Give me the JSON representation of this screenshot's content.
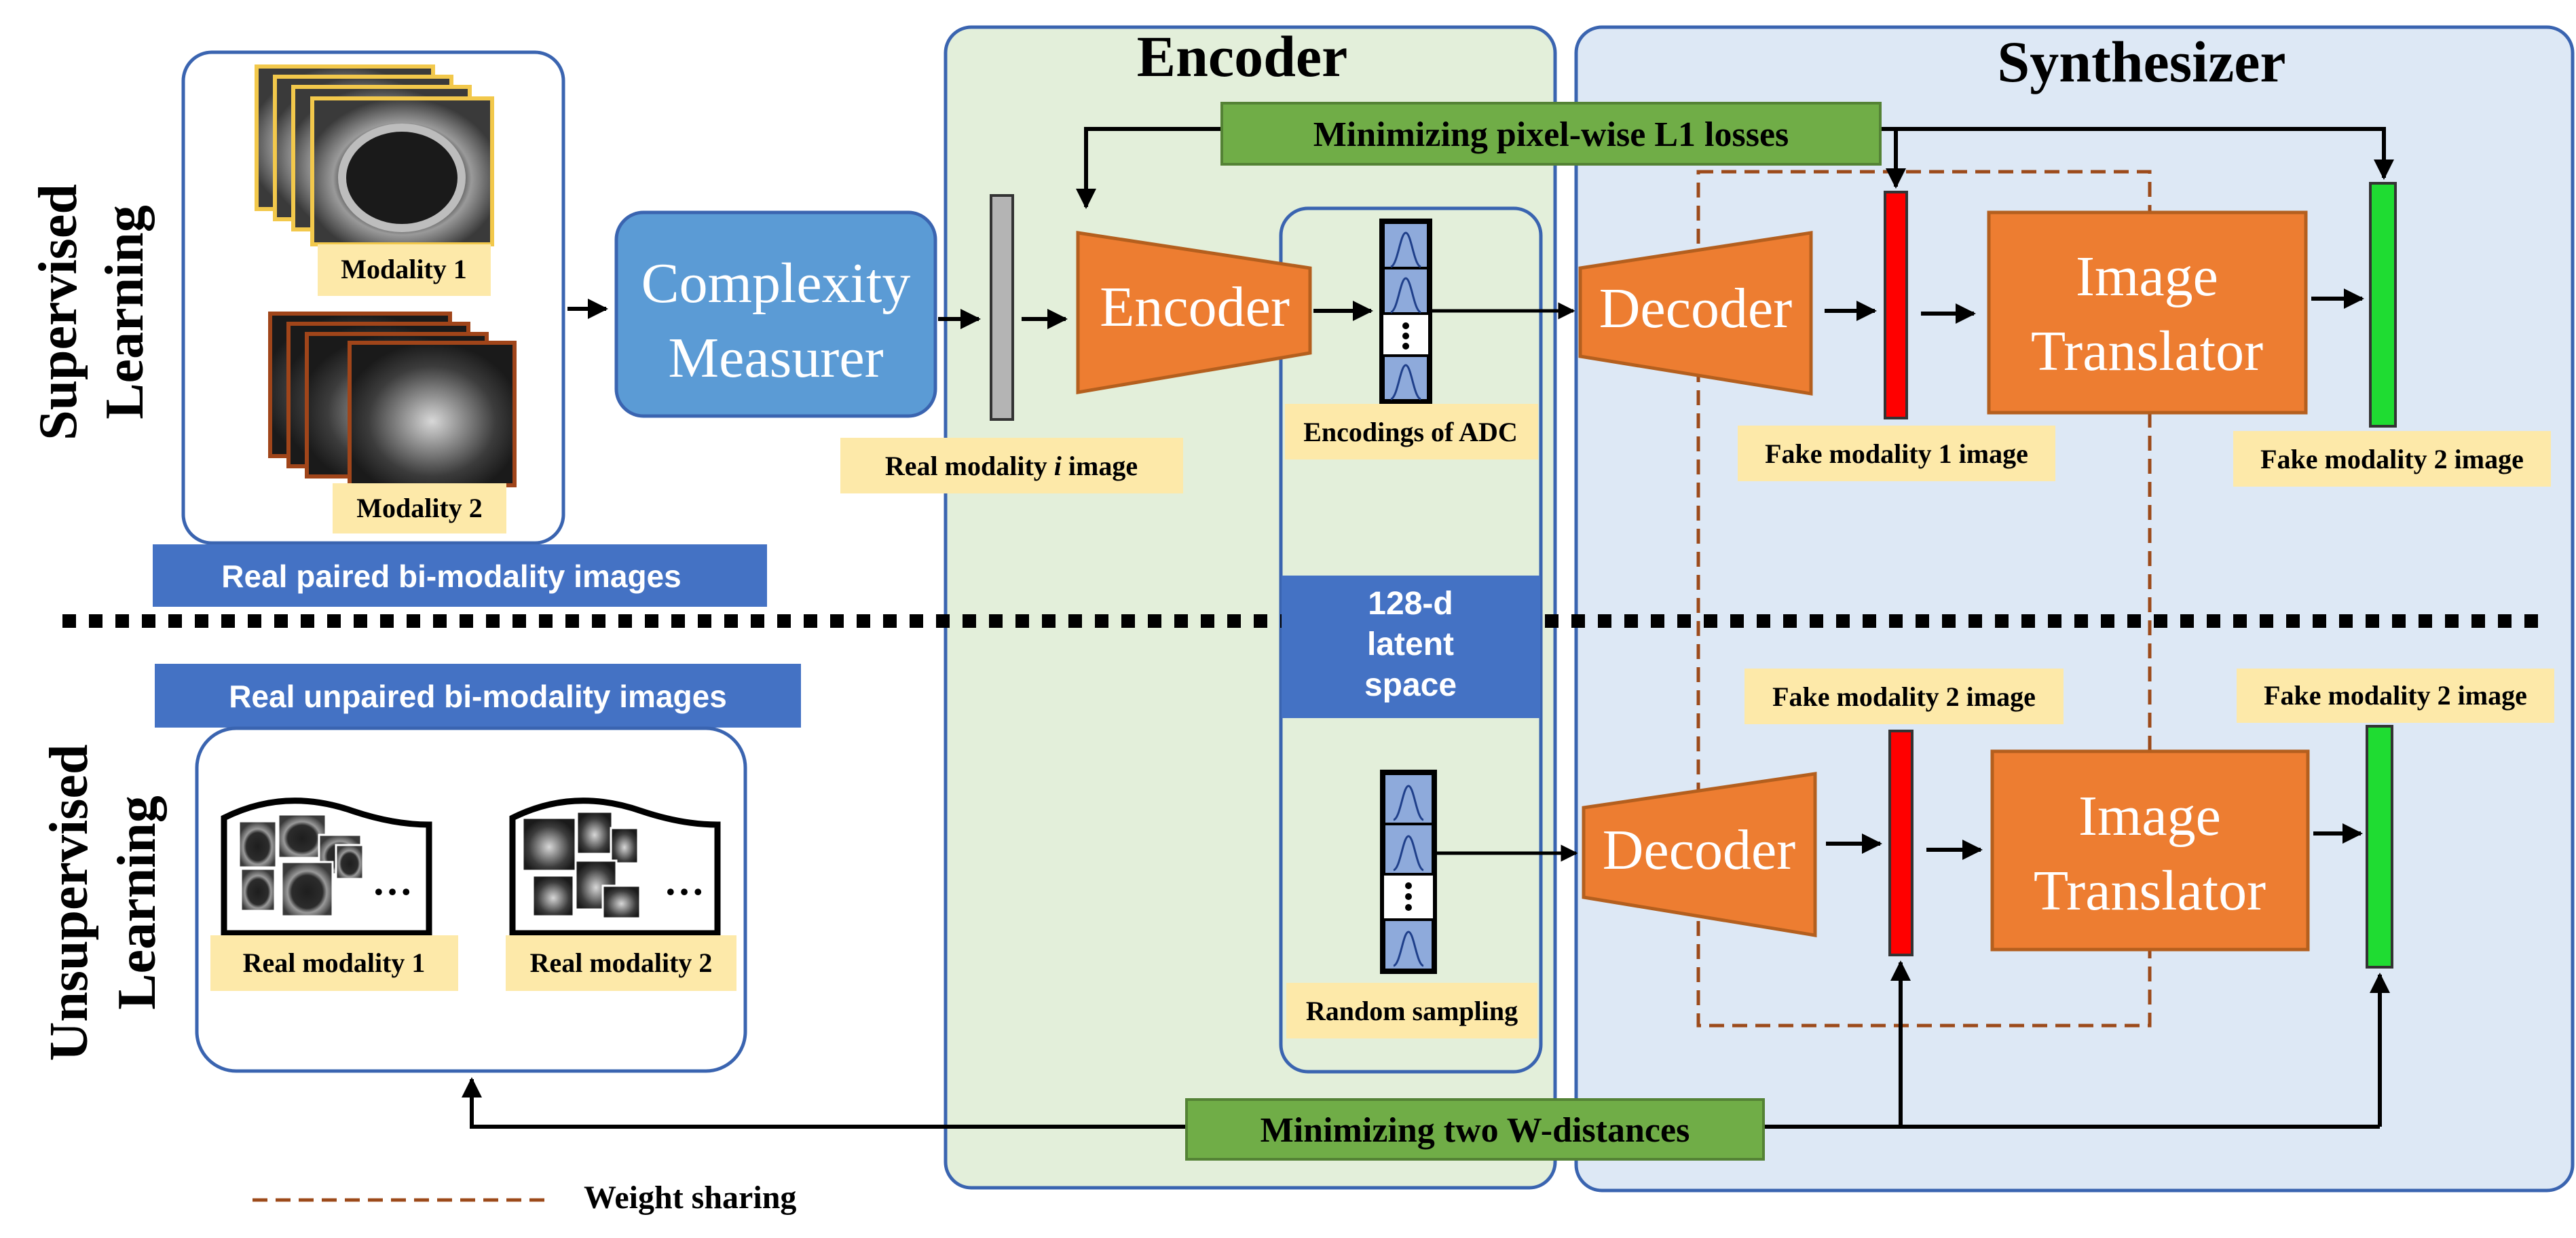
{
  "panels": {
    "encoder_title": "Encoder",
    "synthesizer_title": "Synthesizer"
  },
  "rows": {
    "supervised": [
      "Supervised",
      "Learning"
    ],
    "unsupervised": [
      "Unsupervised",
      "Learning"
    ]
  },
  "inputs": {
    "modality1_label": "Modality 1",
    "modality2_label": "Modality 2",
    "paired_banner": "Real paired bi-modality images",
    "unpaired_banner": "Real unpaired bi-modality images",
    "real_modality1": "Real modality 1",
    "real_modality2": "Real modality 2",
    "ellipsis": "…"
  },
  "blocks": {
    "complexity_measurer": [
      "Complexity",
      "Measurer"
    ],
    "encoder": "Encoder",
    "decoder": "Decoder",
    "image_translator": [
      "Image",
      "Translator"
    ],
    "latent_space": [
      "128-d",
      "latent",
      "space"
    ]
  },
  "labels": {
    "real_modality_i_prefix": "Real modality ",
    "real_modality_i_var": "i",
    "real_modality_i_suffix": " image",
    "encodings_adc": "Encodings of ADC",
    "fake_mod1": "Fake modality 1 image",
    "fake_mod2_top": "Fake modality 2 image",
    "fake_mod2_bottom_left": "Fake modality 2 image",
    "fake_mod2_bottom_right": "Fake modality 2 image",
    "random_sampling": "Random sampling"
  },
  "losses": {
    "l1": "Minimizing pixel-wise L1 losses",
    "wdist": "Minimizing two W-distances"
  },
  "legend": {
    "weight_sharing": "Weight sharing"
  },
  "colors": {
    "encoder_panel": "#e3efda",
    "synth_panel": "#dde8f5",
    "panel_border": "#3a64b0",
    "blue_block": "#5b9bd5",
    "orange_block": "#ed7d31",
    "orange_border": "#b45f1e",
    "yellow_label": "#fde9a9",
    "blue_banner": "#4472c4",
    "green_loss": "#70ad47",
    "red_bar": "#ff0000",
    "green_bar": "#1fdc32",
    "gray_bar": "#b4b4b4",
    "dash_brown": "#9c4a1a",
    "encoding_cell": "#8eaadb"
  }
}
